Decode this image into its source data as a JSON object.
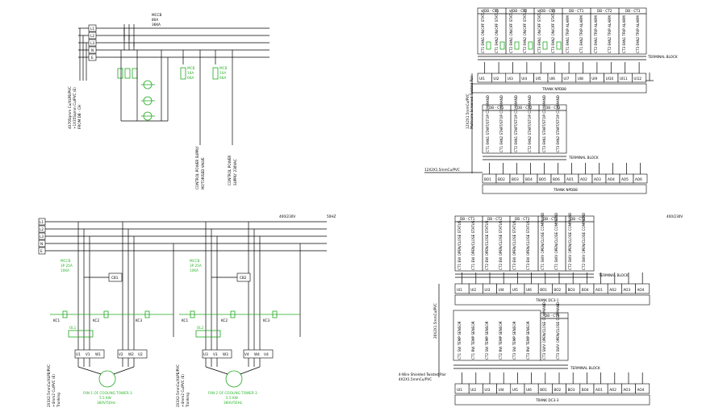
{
  "colors": {
    "line": "#000000",
    "device": "#1fa81f",
    "background": "#ffffff"
  },
  "q1": {
    "main_breaker": [
      "MCCB",
      "80A",
      "36KA"
    ],
    "phases": [
      "L1",
      "L2",
      "L3",
      "N",
      "E"
    ],
    "cable_note": [
      "4X70Sqmm Cu/XLPE/PVC",
      "+1X35Sqmm Cu/PVC (E)",
      "FROM DB - CH"
    ],
    "mcb1": [
      "MCB",
      "16A",
      "6KA"
    ],
    "mcb2": [
      "MCB",
      "10A",
      "6KA"
    ],
    "feed1": [
      "CONTROL POWER SUPPLY",
      "MOTORISED VALVE"
    ],
    "feed2": [
      "CONTROL POWER",
      "SUPPLY 230VAC"
    ]
  },
  "q2": {
    "db_headers": [
      "DB - CT1",
      "DB - CT2",
      "DB - CT3",
      "DB - CT1",
      "DB - CT2",
      "DB - CT3"
    ],
    "top_signals": [
      "CT1 FAN1 ON/OFF STATUS",
      "CT1 FAN2 ON/OFF STATUS",
      "CT2 FAN1 ON/OFF STATUS",
      "CT2 FAN2 ON/OFF STATUS",
      "CT3 FAN1 ON/OFF STATUS",
      "CT3 FAN2 ON/OFF STATUS",
      "CT1 FAN1 TRIP ALARM",
      "CT1 FAN2 TRIP ALARM",
      "CT2 FAN1 TRIP ALARM",
      "CT2 FAN2 TRIP ALARM",
      "CT3 FAN1 TRIP ALARM",
      "CT3 FAN2 TRIP ALARM"
    ],
    "terminal_block": "TERMINAL BLOCK",
    "ui_cells": [
      "UI1",
      "UI2",
      "UI3",
      "UI4",
      "UI5",
      "UI6",
      "UI7",
      "UI8",
      "UI9",
      "UI10",
      "UI11",
      "UI12"
    ],
    "trunk_upper": "TRANK NPDB8",
    "vertical_cable": [
      "12X2X1.5mmCu/PVC",
      "Multicore Screened Twisted Pair"
    ],
    "mid_db_headers": [
      "DB - CT1",
      "DB - CT2",
      "DB - CT3"
    ],
    "mid_signals": [
      "CT1 FAN1 START/STOP COMMAND",
      "CT1 FAN2 START/STOP COMMAND",
      "CT2 FAN1 START/STOP COMMAND",
      "CT2 FAN2 START/STOP COMMAND",
      "CT3 FAN1 START/STOP COMMAND",
      "CT3 FAN2 START/STOP COMMAND"
    ],
    "terminal_block_lower": "TERMINAL BLOCK",
    "lower_cable": "12X2X1.5mmCu/PVC",
    "out_cells": [
      "BO1",
      "BO2",
      "BO3",
      "BO4",
      "BO5",
      "BO6",
      "AO1",
      "AO2",
      "AO3",
      "AO4",
      "AO5",
      "AO6"
    ],
    "trunk_lower": "TRANK NPDB8"
  },
  "q3": {
    "header_left": "400/230V",
    "header_right": "50HZ",
    "phases": [
      "L1",
      "L2",
      "L3",
      "N",
      "E"
    ],
    "breaker1": [
      "MCCB",
      "3P 25A",
      "10KA"
    ],
    "breaker2": [
      "MCCB",
      "3P 25A",
      "10KA"
    ],
    "cb1": "CB1",
    "cb2": "CB2",
    "contactors": [
      "KC1",
      "KC2",
      "KC3",
      "KC1",
      "KC2",
      "KC3"
    ],
    "overload": [
      "OL1",
      "OL2"
    ],
    "term1": [
      "U1",
      "V1",
      "W1",
      "V2",
      "W2",
      "U2"
    ],
    "term2": [
      "U3",
      "V3",
      "W3",
      "V4",
      "W4",
      "U4"
    ],
    "motor1": [
      "FAN 1 OF COOLING TOWER 3",
      "5.5 KW",
      "380V/50Hz"
    ],
    "motor2": [
      "FAN 2 OF COOLING TOWER 3",
      "5.5 KW",
      "380V/50Hz"
    ],
    "cable1": [
      "2X3X2.5mmCu/XLPE/PVC",
      "+4mm2 Cu/PVC (E)",
      "Trunking"
    ],
    "cable2": [
      "2X3X2.5mmCu/XLPE/PVC",
      "+4mm2 Cu/PVC (E)",
      "Trunking"
    ]
  },
  "q4": {
    "header_left": "400/230V",
    "db_headers": [
      "DB - CT1",
      "DB - CT2",
      "DB - CT3",
      "DB - CT1",
      "DB - CT2"
    ],
    "top_signals": [
      "CT1 EW OPEN/CLOSE STATUS",
      "CT1 EW OPEN/CLOSE STATUS",
      "CT2 EW OPEN/CLOSE STATUS",
      "CT2 EW OPEN/CLOSE STATUS",
      "CT3 EW OPEN/CLOSE STATUS",
      "CT3 EW OPEN/CLOSE STATUS",
      "CT1 SWV OPEN/CLOSE COMMAND",
      "CT1 SWV OPEN/CLOSE COMMAND",
      "CT2 SWV OPEN/CLOSE COMMAND",
      "CT2 SWV OPEN/CLOSE COMMAND"
    ],
    "terminal_block": "TERMINAL BLOCK",
    "cells_top": [
      "UI1",
      "UI2",
      "UI3",
      "UI4",
      "UI5",
      "UI6",
      "BO1",
      "BO2",
      "BO3",
      "BO4",
      "AO1",
      "AO2",
      "AO3",
      "AO4"
    ],
    "trunk_top": "TRANK DC3-1",
    "vertical_cable": "20X2X1.5mmCu/PVC",
    "db_ct3": "DB - CT3",
    "lower_signals": [
      "CT1 SW TEMP SENSOR",
      "CT1 RW TEMP SENSOR",
      "CT2 SW TEMP SENSOR",
      "CT2 RW TEMP SENSOR",
      "CT3 SW TEMP SENSOR",
      "CT3 RW TEMP SENSOR",
      "CT3 SWV OPEN/CLOSE COMMAND",
      "CT3 SWV OPEN/CLOSE COMMAND"
    ],
    "terminal_block_lower": "TERMINAL BLOCK",
    "cable_note": [
      "4-Wire Shielded Twisted Pair",
      "4X2X1.5mmCu/PVC"
    ],
    "cells_bottom": [
      "UI1",
      "UI2",
      "UI3",
      "UI4",
      "UI5",
      "UI6",
      "BO1",
      "BO2",
      "BO3",
      "BO4",
      "AO1",
      "AO2",
      "AO3",
      "AO4"
    ],
    "trunk_bottom": "TRANK DC3-3"
  }
}
